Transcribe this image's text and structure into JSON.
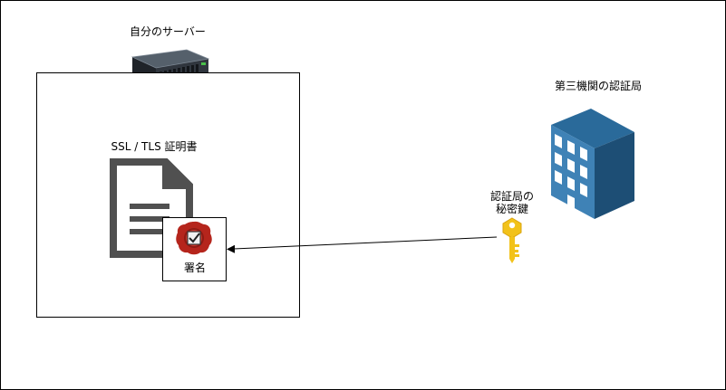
{
  "server": {
    "label": "自分のサーバー",
    "icon": "server-icon"
  },
  "certificate": {
    "label": "SSL / TLS 証明書",
    "icon": "document-icon"
  },
  "signature": {
    "label": "署名",
    "icon": "wax-seal-icon"
  },
  "ca": {
    "label": "第三機関の認証局",
    "icon": "building-icon"
  },
  "private_key": {
    "label_line1": "認証局の",
    "label_line2": "秘密鍵",
    "icon": "key-icon"
  },
  "colors": {
    "document": "#505050",
    "seal": "#b5251c",
    "building": "#2a6a9a",
    "key": "#f2c21a",
    "server": "#2b2f36"
  }
}
